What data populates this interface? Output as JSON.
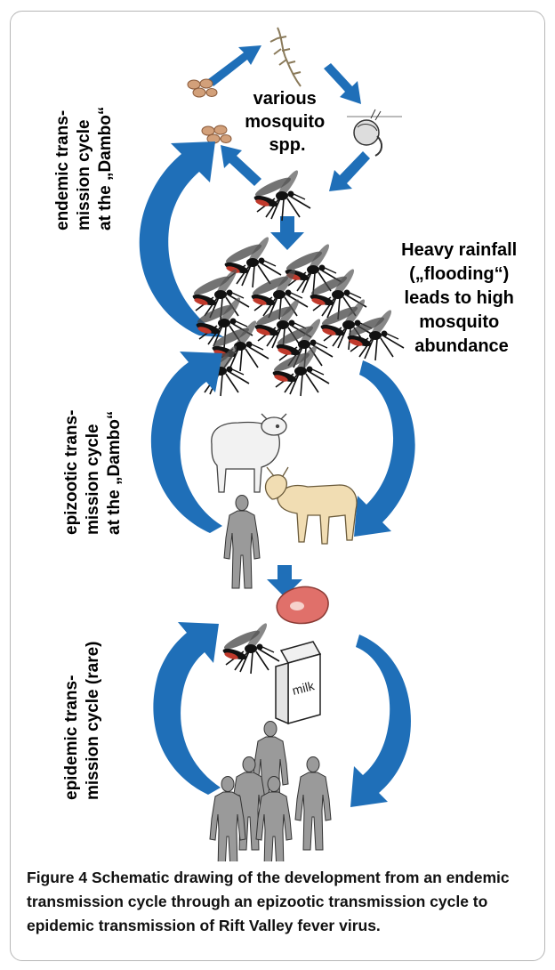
{
  "labels": {
    "endemic_cycle": [
      "endemic trans-",
      "mission cycle",
      "at the „Dambo“"
    ],
    "epizootic_cycle": [
      "epizootic trans-",
      "mission cycle",
      "at the „Dambo“"
    ],
    "epidemic_cycle": [
      "epidemic trans-",
      "mission cycle (rare)"
    ],
    "mosquito_species": [
      "various",
      "mosquito",
      "spp."
    ],
    "rainfall_note": [
      "Heavy rainfall",
      "(„flooding“)",
      "leads to high",
      "mosquito",
      "abundance"
    ],
    "milk_carton": "milk"
  },
  "caption": {
    "prefix": "Figure 4",
    "text": "Schematic drawing of the development from an endemic transmission cycle through an epizootic transmission cycle to epidemic transmission of Rift Valley fever virus."
  },
  "colors": {
    "arrow_blue": "#1f6fb8",
    "arrow_dark": "#0d4a8a",
    "human_gray": "#9a9a9a",
    "mosquito_black": "#111111",
    "mosquito_red": "#c0392b",
    "egg_tan": "#d2a07a",
    "sheep_white": "#f2f2f2",
    "calf_tan": "#f1ddb3",
    "meat_red": "#e0706a"
  },
  "icons": [
    "egg-cluster-icon",
    "larva-icon",
    "pupa-icon",
    "mosquito-icon",
    "sheep-icon",
    "calf-icon",
    "human-icon",
    "meat-icon",
    "milk-carton-icon"
  ]
}
